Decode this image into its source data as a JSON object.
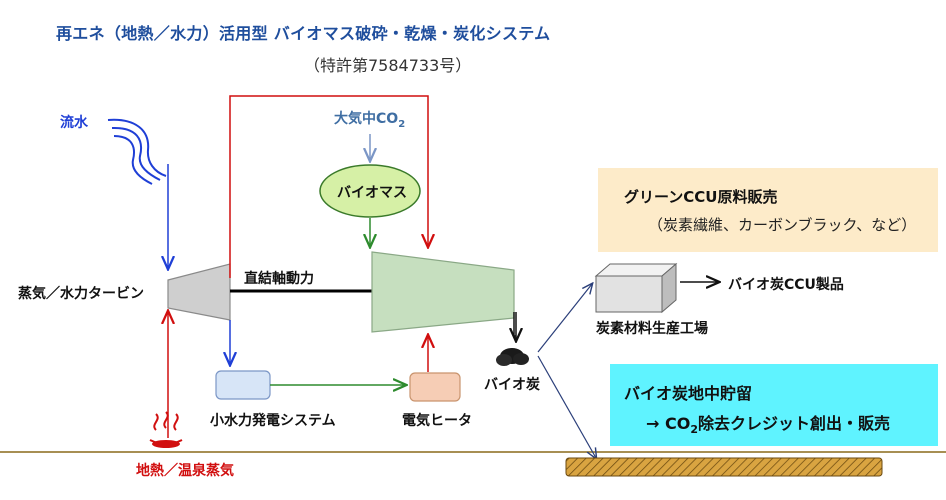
{
  "title": "再エネ（地熱／水力）活用型 バイオマス破砕・乾燥・炭化システム",
  "subtitle": "（特許第7584733号）",
  "labels": {
    "flowing_water": "流水",
    "atmospheric_co2": "大気中CO",
    "co2_sub": "2",
    "biomass": "バイオマス",
    "turbine": "蒸気／水力タービン",
    "direct_shaft": "直結軸動力",
    "small_hydro": "小水力発電システム",
    "electric_heater": "電気ヒータ",
    "biochar": "バイオ炭",
    "geothermal": "地熱／温泉蒸気",
    "carbon_plant": "炭素材料生産工場",
    "ccu_product": "バイオ炭CCU製品"
  },
  "green_box": {
    "line1": "グリーンCCU原料販売",
    "line2": "（炭素繊維、カーボンブラック、など）"
  },
  "cyan_box": {
    "line1": "バイオ炭地中貯留",
    "line2_prefix": "→ CO",
    "line2_sub": "2",
    "line2_suffix": "除去クレジット創出・販売"
  },
  "colors": {
    "blue": "#1f3fd6",
    "red": "#d10f0f",
    "green": "#2e8b2e",
    "steel": "#7b96c6",
    "ground": "#8a6a1a"
  }
}
